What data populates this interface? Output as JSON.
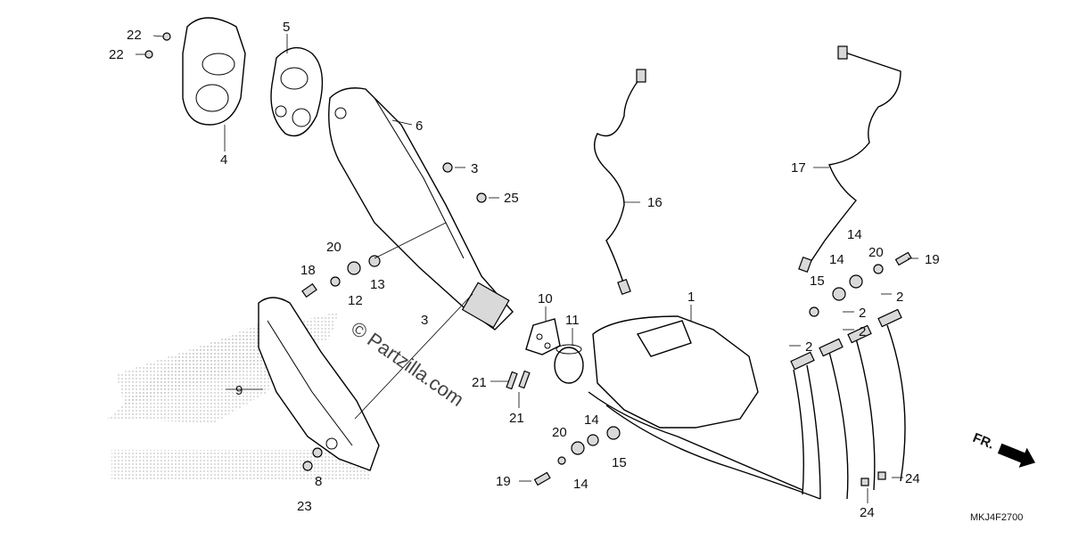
{
  "diagram": {
    "code": "MKJ4F2700",
    "watermark": "© Partzilla.com",
    "direction_label": "FR.",
    "callouts": [
      "22",
      "22",
      "4",
      "5",
      "6",
      "3",
      "25",
      "16",
      "17",
      "14",
      "20",
      "19",
      "14",
      "2",
      "2",
      "2",
      "2",
      "1",
      "15",
      "18",
      "20",
      "12",
      "13",
      "3",
      "10",
      "11",
      "9",
      "21",
      "21",
      "20",
      "14",
      "15",
      "19",
      "14",
      "8",
      "23",
      "24",
      "24"
    ]
  }
}
